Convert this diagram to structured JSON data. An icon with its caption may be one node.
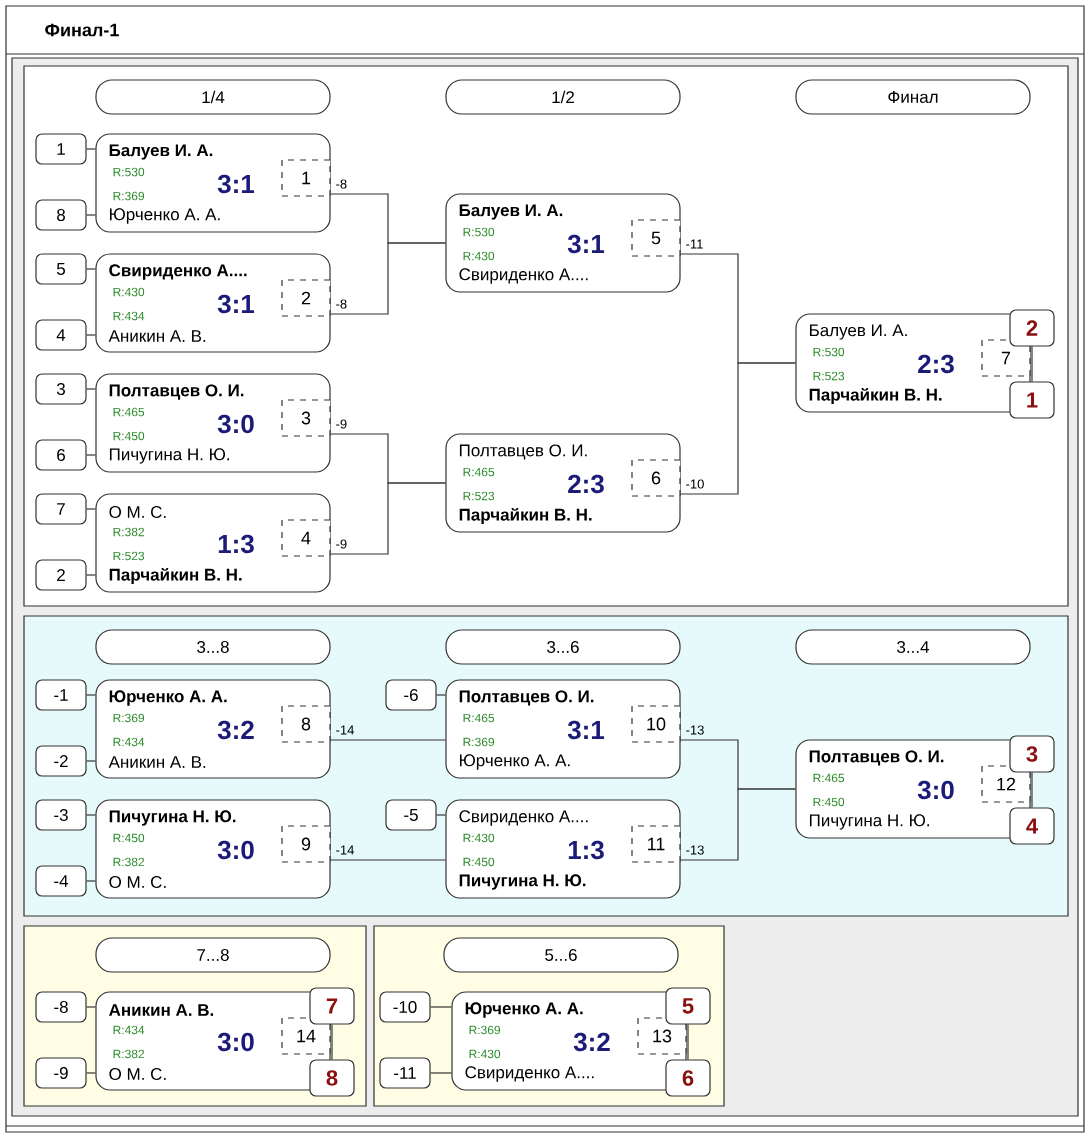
{
  "diagram": {
    "title": "Финал-1",
    "nodes": [
      {
        "text": [],
        "shape": "box"
      },
      {
        "text": [
          "1/4"
        ],
        "in": 0
      },
      {
        "text": [
          "1/2"
        ],
        "in": 0
      },
      {
        "text": [
          "Финал"
        ],
        "in": 0
      },
      {
        "text": [
          "1"
        ],
        "in": 0
      },
      {
        "text": [
          "8"
        ],
        "in": 0
      },
      {
        "text": [
          "Балуев И. А.",
          "R:530",
          "3:1",
          "R:369",
          "Юрченко А. А."
        ],
        "in": 0
      },
      {
        "text": [
          "1"
        ],
        "in": 6
      },
      {
        "text": [
          "5"
        ],
        "in": 0
      },
      {
        "text": [
          "4"
        ],
        "in": 0
      },
      {
        "text": [
          "Свириденко А....",
          "R:430",
          "3:1",
          "R:434",
          "Аникин А. В."
        ],
        "in": 0
      },
      {
        "text": [
          "2"
        ],
        "in": 10
      },
      {
        "text": [
          "3"
        ],
        "in": 0
      },
      {
        "text": [
          "6"
        ],
        "in": 0
      },
      {
        "text": [
          "Полтавцев О. И.",
          "R:465",
          "3:0",
          "R:450",
          "Пичугина Н. Ю."
        ],
        "in": 0
      },
      {
        "text": [
          "3"
        ],
        "in": 14
      },
      {
        "text": [
          "7"
        ],
        "in": 0
      },
      {
        "text": [
          "2"
        ],
        "in": 0
      },
      {
        "text": [
          "О М. С.",
          "R:382",
          "1:3",
          "R:523",
          "Парчайкин В. Н."
        ],
        "in": 0
      },
      {
        "text": [
          "4"
        ],
        "in": 18
      },
      {
        "text": [
          "Балуев И. А.",
          "R:530",
          "3:1",
          "R:430",
          "Свириденко А...."
        ],
        "in": 0
      },
      {
        "text": [
          "5"
        ],
        "in": 20
      },
      {
        "text": [
          "Полтавцев О. И.",
          "R:465",
          "2:3",
          "R:523",
          "Парчайкин В. Н."
        ],
        "in": 0
      },
      {
        "text": [
          "6"
        ],
        "in": 22
      },
      {
        "text": [
          "Балуев И. А.",
          "R:530",
          "2:3",
          "R:523",
          "Парчайкин В. Н."
        ],
        "in": 0
      },
      {
        "text": [
          "7"
        ],
        "in": 24
      },
      {
        "text": [
          "2"
        ],
        "in": 0
      },
      {
        "text": [
          "1"
        ],
        "in": 0
      },
      {
        "text": [],
        "shape": "box"
      },
      {
        "text": [
          "3...8"
        ],
        "in": 28
      },
      {
        "text": [
          "3...6"
        ],
        "in": 28
      },
      {
        "text": [
          "3...4"
        ],
        "in": 28
      },
      {
        "text": [
          "-1"
        ],
        "in": 28
      },
      {
        "text": [
          "-2"
        ],
        "in": 28
      },
      {
        "text": [
          "Юрченко А. А.",
          "R:369",
          "3:2",
          "R:434",
          "Аникин А. В."
        ],
        "in": 28
      },
      {
        "text": [
          "8"
        ],
        "in": 34
      },
      {
        "text": [
          "-3"
        ],
        "in": 28
      },
      {
        "text": [
          "-4"
        ],
        "in": 28
      },
      {
        "text": [
          "Пичугина Н. Ю.",
          "R:450",
          "3:0",
          "R:382",
          "О М. С."
        ],
        "in": 28
      },
      {
        "text": [
          "9"
        ],
        "in": 38
      },
      {
        "text": [
          "-6"
        ],
        "in": 28
      },
      {
        "text": [
          "Полтавцев О. И.",
          "R:465",
          "3:1",
          "R:369",
          "Юрченко А. А."
        ],
        "in": 28
      },
      {
        "text": [
          "10"
        ],
        "in": 41
      },
      {
        "text": [
          "-5"
        ],
        "in": 28
      },
      {
        "text": [
          "Свириденко А....",
          "R:430",
          "1:3",
          "R:450",
          "Пичугина Н. Ю."
        ],
        "in": 28
      },
      {
        "text": [
          "11"
        ],
        "in": 44
      },
      {
        "text": [
          "Полтавцев О. И.",
          "R:465",
          "3:0",
          "R:450",
          "Пичугина Н. Ю."
        ],
        "in": 28
      },
      {
        "text": [
          "12"
        ],
        "in": 46
      },
      {
        "text": [
          "3"
        ],
        "in": 28
      },
      {
        "text": [
          "4"
        ],
        "in": 28
      },
      {
        "text": [],
        "shape": "box"
      },
      {
        "text": [
          "7...8"
        ],
        "in": 50
      },
      {
        "text": [
          "-8"
        ],
        "in": 50
      },
      {
        "text": [
          "-9"
        ],
        "in": 50
      },
      {
        "text": [
          "Аникин А. В.",
          "R:434",
          "3:0",
          "R:382",
          "О М. С."
        ],
        "in": 50
      },
      {
        "text": [
          "14"
        ],
        "in": 54
      },
      {
        "text": [
          "7"
        ],
        "in": 50
      },
      {
        "text": [
          "8"
        ],
        "in": 50
      },
      {
        "text": [],
        "shape": "box"
      },
      {
        "text": [
          "5...6"
        ],
        "in": 58
      },
      {
        "text": [
          "-10"
        ],
        "in": 58
      },
      {
        "text": [
          "-11"
        ],
        "in": 58
      },
      {
        "text": [
          "Юрченко А. А.",
          "R:369",
          "3:2",
          "R:430",
          "Свириденко А...."
        ],
        "in": 58
      },
      {
        "text": [
          "13"
        ],
        "in": 62
      },
      {
        "text": [
          "5"
        ],
        "in": 58
      },
      {
        "text": [
          "6"
        ],
        "in": 58
      }
    ],
    "edges": [
      {
        "from": 4,
        "to": 6,
        "arrow": "none"
      },
      {
        "from": 5,
        "to": 6,
        "arrow": "none"
      },
      {
        "from": 8,
        "to": 10,
        "arrow": "none"
      },
      {
        "from": 9,
        "to": 10,
        "arrow": "none"
      },
      {
        "from": 12,
        "to": 14,
        "arrow": "none"
      },
      {
        "from": 13,
        "to": 14,
        "arrow": "none"
      },
      {
        "from": 16,
        "to": 18,
        "arrow": "none"
      },
      {
        "from": 17,
        "to": 18,
        "arrow": "none"
      },
      {
        "from": 6,
        "to": 20,
        "arrow": "none",
        "label": "-8"
      },
      {
        "from": 10,
        "to": 20,
        "arrow": "none",
        "label": "-8"
      },
      {
        "from": 14,
        "to": 22,
        "arrow": "none",
        "label": "-9"
      },
      {
        "from": 18,
        "to": 22,
        "arrow": "none",
        "label": "-9"
      },
      {
        "from": 20,
        "to": 24,
        "arrow": "none",
        "label": "-11"
      },
      {
        "from": 22,
        "to": 24,
        "arrow": "none",
        "label": "-10"
      },
      {
        "from": 26,
        "to": 27,
        "arrow": "none"
      },
      {
        "from": 32,
        "to": 34,
        "arrow": "none"
      },
      {
        "from": 33,
        "to": 34,
        "arrow": "none"
      },
      {
        "from": 36,
        "to": 38,
        "arrow": "none"
      },
      {
        "from": 37,
        "to": 38,
        "arrow": "none"
      },
      {
        "from": 40,
        "to": 41,
        "arrow": "none"
      },
      {
        "from": 43,
        "to": 44,
        "arrow": "none"
      },
      {
        "from": 34,
        "to": 41,
        "arrow": "none",
        "label": "-14"
      },
      {
        "from": 38,
        "to": 44,
        "arrow": "none",
        "label": "-14"
      },
      {
        "from": 41,
        "to": 46,
        "arrow": "none",
        "label": "-13"
      },
      {
        "from": 44,
        "to": 46,
        "arrow": "none",
        "label": "-13"
      },
      {
        "from": 48,
        "to": 49,
        "arrow": "none"
      },
      {
        "from": 52,
        "to": 54,
        "arrow": "none"
      },
      {
        "from": 53,
        "to": 54,
        "arrow": "none"
      },
      {
        "from": 56,
        "to": 57,
        "arrow": "none"
      },
      {
        "from": 60,
        "to": 62,
        "arrow": "none"
      },
      {
        "from": 61,
        "to": 62,
        "arrow": "none"
      },
      {
        "from": 64,
        "to": 65,
        "arrow": "none"
      }
    ]
  }
}
